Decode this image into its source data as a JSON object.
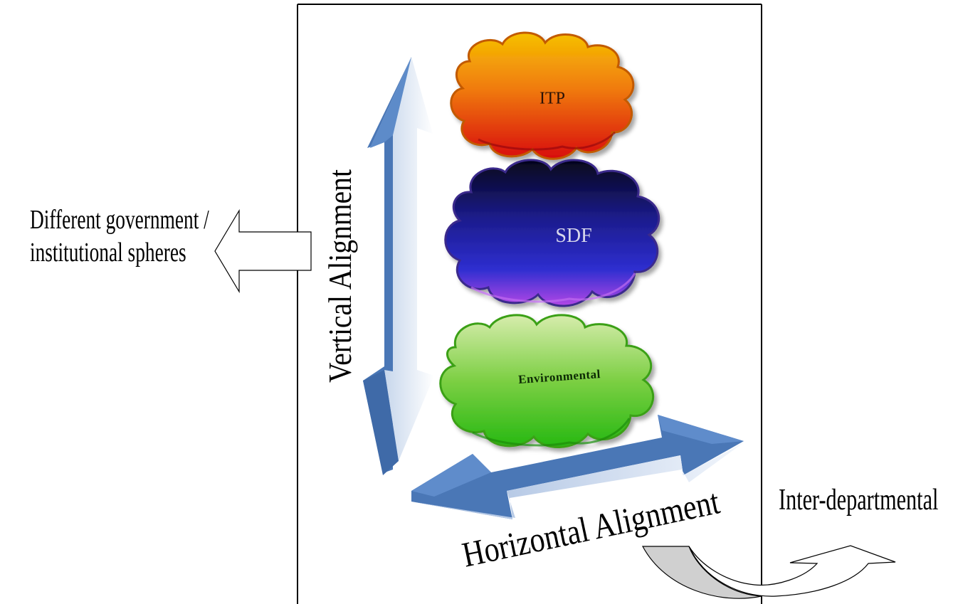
{
  "labels": {
    "left_annotation": [
      "Different government /",
      "institutional spheres"
    ],
    "right_annotation": "Inter-departmental",
    "vertical_axis": "Vertical Alignment",
    "horizontal_axis": "Horizontal Alignment"
  },
  "clouds": {
    "top": "ITP",
    "middle": "SDF",
    "bottom": "Environmental"
  },
  "colors": {
    "arrow_blue": "#4f81bd",
    "arrow_light": "#e8eef7",
    "itp_top": "#f4b400",
    "itp_bottom": "#e01010",
    "sdf_top": "#060620",
    "sdf_mid": "#2a2ab0",
    "sdf_bottom": "#b040e0",
    "env_top": "#cfe6a0",
    "env_bottom": "#2fbf1a",
    "curve_fill": "#d0d0d0"
  }
}
